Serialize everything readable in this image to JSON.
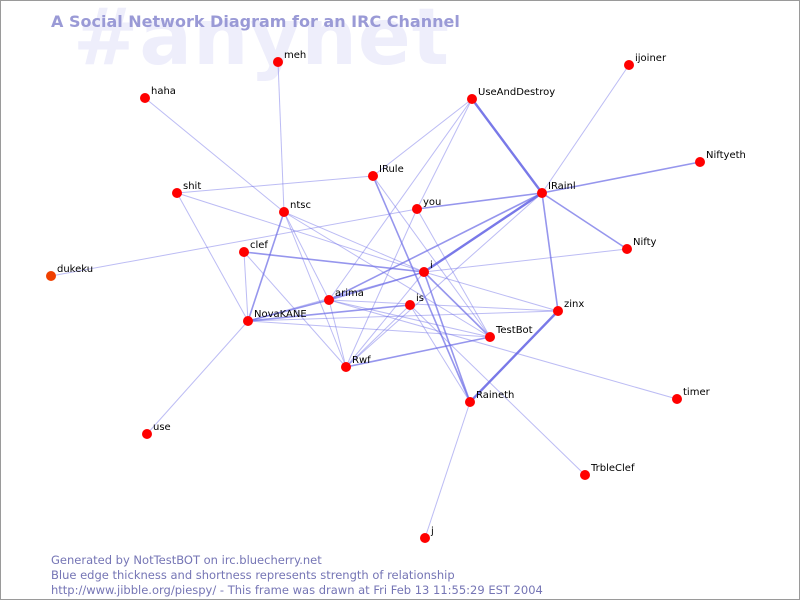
{
  "watermark": "#anynet",
  "title": "A Social Network Diagram for an IRC Channel",
  "footer": [
    "Generated by NotTestBOT on irc.bluecherry.net",
    "Blue edge thickness and shortness represents strength of relationship",
    "http://www.jibble.org/piespy/ - This frame was drawn at Fri Feb 13 11:55:29 EST 2004"
  ],
  "colors": {
    "edge": "#6a6ae6",
    "node": "#ff0000",
    "node_alt": "#f04000",
    "title": "#9a9ad6",
    "footer": "#7575b5"
  },
  "nodes": [
    {
      "id": "meh",
      "label": "meh"
    },
    {
      "id": "haha",
      "label": "haha"
    },
    {
      "id": "ijoiner",
      "label": "ijoiner"
    },
    {
      "id": "UseAndDestroy",
      "label": "UseAndDestroy"
    },
    {
      "id": "Niftyeth",
      "label": "Niftyeth"
    },
    {
      "id": "IRule",
      "label": "IRule"
    },
    {
      "id": "IRainl",
      "label": "IRainl"
    },
    {
      "id": "shit",
      "label": "shit"
    },
    {
      "id": "you",
      "label": "you"
    },
    {
      "id": "ntsc",
      "label": "ntsc"
    },
    {
      "id": "clef",
      "label": "clef"
    },
    {
      "id": "Nifty",
      "label": "Nifty"
    },
    {
      "id": "dukeku",
      "label": "dukeku",
      "alt": true
    },
    {
      "id": "i",
      "label": "i"
    },
    {
      "id": "arima",
      "label": "arima"
    },
    {
      "id": "is",
      "label": "is"
    },
    {
      "id": "zinx",
      "label": "zinx"
    },
    {
      "id": "NovaKANE",
      "label": "NovaKANE"
    },
    {
      "id": "TestBot",
      "label": "TestBot"
    },
    {
      "id": "Rwf",
      "label": "Rwf"
    },
    {
      "id": "Raineth",
      "label": "Raineth"
    },
    {
      "id": "timer",
      "label": "timer"
    },
    {
      "id": "use",
      "label": "use"
    },
    {
      "id": "TrbleClef",
      "label": "TrbleClef"
    },
    {
      "id": "j",
      "label": "j"
    }
  ],
  "edges": [
    {
      "source": "UseAndDestroy",
      "target": "IRainl",
      "strength": 3
    },
    {
      "source": "UseAndDestroy",
      "target": "IRule",
      "strength": 1
    },
    {
      "source": "UseAndDestroy",
      "target": "you",
      "strength": 1
    },
    {
      "source": "UseAndDestroy",
      "target": "arima",
      "strength": 1
    },
    {
      "source": "ijoiner",
      "target": "IRainl",
      "strength": 1
    },
    {
      "source": "Niftyeth",
      "target": "IRainl",
      "strength": 2
    },
    {
      "source": "IRainl",
      "target": "Nifty",
      "strength": 2
    },
    {
      "source": "IRainl",
      "target": "zinx",
      "strength": 2
    },
    {
      "source": "IRainl",
      "target": "i",
      "strength": 3
    },
    {
      "source": "IRainl",
      "target": "you",
      "strength": 2
    },
    {
      "source": "IRainl",
      "target": "arima",
      "strength": 2
    },
    {
      "source": "IRainl",
      "target": "Rwf",
      "strength": 1
    },
    {
      "source": "zinx",
      "target": "Raineth",
      "strength": 3
    },
    {
      "source": "zinx",
      "target": "NovaKANE",
      "strength": 1
    },
    {
      "source": "zinx",
      "target": "i",
      "strength": 1
    },
    {
      "source": "haha",
      "target": "ntsc",
      "strength": 1
    },
    {
      "source": "meh",
      "target": "ntsc",
      "strength": 1
    },
    {
      "source": "shit",
      "target": "IRule",
      "strength": 1
    },
    {
      "source": "shit",
      "target": "NovaKANE",
      "strength": 1
    },
    {
      "source": "shit",
      "target": "i",
      "strength": 1
    },
    {
      "source": "ntsc",
      "target": "NovaKANE",
      "strength": 2
    },
    {
      "source": "ntsc",
      "target": "arima",
      "strength": 1
    },
    {
      "source": "ntsc",
      "target": "Rwf",
      "strength": 1
    },
    {
      "source": "ntsc",
      "target": "i",
      "strength": 1
    },
    {
      "source": "ntsc",
      "target": "TestBot",
      "strength": 1
    },
    {
      "source": "clef",
      "target": "i",
      "strength": 2
    },
    {
      "source": "clef",
      "target": "NovaKANE",
      "strength": 1
    },
    {
      "source": "clef",
      "target": "Rwf",
      "strength": 1
    },
    {
      "source": "dukeku",
      "target": "you",
      "strength": 1
    },
    {
      "source": "IRule",
      "target": "Raineth",
      "strength": 2
    },
    {
      "source": "IRule",
      "target": "TestBot",
      "strength": 1
    },
    {
      "source": "you",
      "target": "TestBot",
      "strength": 1
    },
    {
      "source": "you",
      "target": "Rwf",
      "strength": 1
    },
    {
      "source": "i",
      "target": "Nifty",
      "strength": 1
    },
    {
      "source": "i",
      "target": "arima",
      "strength": 2
    },
    {
      "source": "i",
      "target": "Raineth",
      "strength": 2
    },
    {
      "source": "i",
      "target": "TestBot",
      "strength": 2
    },
    {
      "source": "i",
      "target": "NovaKANE",
      "strength": 1
    },
    {
      "source": "i",
      "target": "Rwf",
      "strength": 1
    },
    {
      "source": "arima",
      "target": "Rwf",
      "strength": 1
    },
    {
      "source": "arima",
      "target": "zinx",
      "strength": 1
    },
    {
      "source": "arima",
      "target": "NovaKANE",
      "strength": 2
    },
    {
      "source": "arima",
      "target": "TestBot",
      "strength": 1
    },
    {
      "source": "arima",
      "target": "timer",
      "strength": 1
    },
    {
      "source": "is",
      "target": "NovaKANE",
      "strength": 2
    },
    {
      "source": "is",
      "target": "Rwf",
      "strength": 1
    },
    {
      "source": "is",
      "target": "Raineth",
      "strength": 1
    },
    {
      "source": "is",
      "target": "TrbleClef",
      "strength": 1
    },
    {
      "source": "TestBot",
      "target": "Rwf",
      "strength": 2
    },
    {
      "source": "TestBot",
      "target": "NovaKANE",
      "strength": 1
    },
    {
      "source": "use",
      "target": "NovaKANE",
      "strength": 1
    },
    {
      "source": "j",
      "target": "Raineth",
      "strength": 1
    }
  ]
}
